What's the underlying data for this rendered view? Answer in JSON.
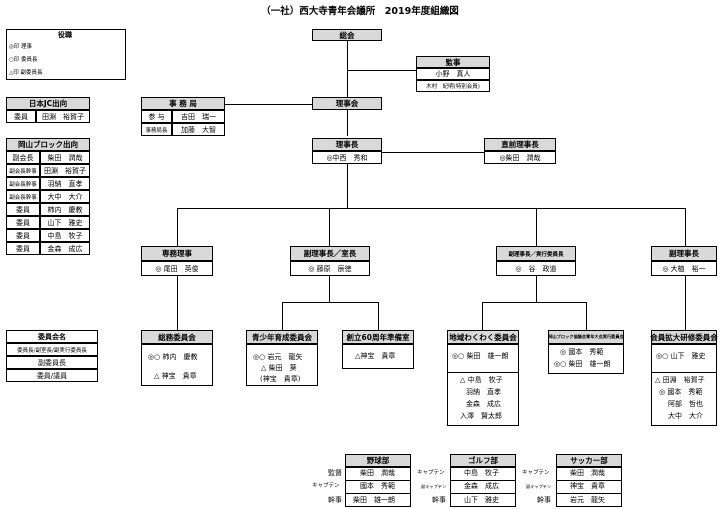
{
  "title": "（一社）西大寺青年会議所　2019年度組織図",
  "legend": {
    "header": "役職",
    "items": [
      "◎印 理事",
      "○印 委員長",
      "△印 副委員長"
    ]
  },
  "sokai": "総会",
  "kanji": {
    "header": "監事",
    "rows": [
      "小野　真人",
      "木村　紀明(特別会員)"
    ]
  },
  "rijikai": "理事会",
  "jimukyoku": {
    "header": "事 務 局",
    "rows": [
      [
        "参 与",
        "吉田　瑞一"
      ],
      [
        "事務局長",
        "加藤　大智"
      ]
    ]
  },
  "nihon_jc": {
    "header": "日本JC出向",
    "rows": [
      [
        "委員",
        "田淵　裕賀子"
      ]
    ]
  },
  "okayama": {
    "header": "岡山ブロック出向",
    "rows": [
      [
        "副会長",
        "柴田　潤哉"
      ],
      [
        "副会長幹事",
        "田淵　裕賀子"
      ],
      [
        "副会長幹事",
        "羽納　直孝"
      ],
      [
        "副会長幹事",
        "大中　大介"
      ],
      [
        "委員",
        "柿内　慶教"
      ],
      [
        "委員",
        "山下　雅史"
      ],
      [
        "委員",
        "中島　牧子"
      ],
      [
        "委員",
        "金森　成広"
      ]
    ]
  },
  "rijicho": {
    "header": "理事長",
    "name": "◎中西　秀和"
  },
  "chokuzen": {
    "header": "直前理事長",
    "name": "◎柴田　潤哉"
  },
  "senmu": {
    "header": "専務理事",
    "name": "◎ 尾田　英俊"
  },
  "fuku_kaicho": {
    "header": "副理事長／室長",
    "name": "◎ 藤原　辰徳"
  },
  "fuku_jikko": {
    "header": "副理事長／実行委員長",
    "name": "◎　谷　政道"
  },
  "fuku_riji": {
    "header": "副理事長",
    "name": "◎ 大植　裕一"
  },
  "iin_kai": {
    "header": "委員会名",
    "rows": [
      "委員長/副室長/副実行委員長",
      "副委員長",
      "委員/議員"
    ]
  },
  "somu": {
    "header": "総務委員会",
    "rows": [
      "◎○ 柿内　慶教",
      "△ 神宝　貴章"
    ]
  },
  "seishonen": {
    "header": "青少年育成委員会",
    "rows": [
      "◎○ 岩元　龍矢",
      "△ 柴田　葵",
      "(神宝　貴章)"
    ]
  },
  "soritsu": {
    "header": "創立60周年準備室",
    "rows": [
      "△神宝　貴章"
    ]
  },
  "chiiki": {
    "header": "地域わくわく委員会",
    "rows": [
      "◎○ 柴田　雄一朗",
      "△ 中島　牧子",
      "羽納　直孝",
      "金森　成広",
      "入澤　賢太郎"
    ]
  },
  "block_taikai": {
    "header": "岡山ブロック協議会青年大会実行委員会",
    "rows": [
      "◎ 國本　秀範",
      "◎○ 柴田　雄一朗"
    ]
  },
  "kaiin": {
    "header": "会員拡大研修委員会",
    "rows": [
      "◎○ 山下　雅史",
      "△ 田淵　裕賀子",
      "◎ 國本　秀範",
      "阿部　哲也",
      "大中　大介"
    ]
  },
  "yakyu": {
    "header": "野球部",
    "rows": [
      [
        "監督",
        "柴田　潤哉"
      ],
      [
        "キャプテン",
        "國本　秀範"
      ],
      [
        "幹事",
        "柴田　雄一朗"
      ]
    ]
  },
  "golf": {
    "header": "ゴルフ部",
    "rows": [
      [
        "キャプテン",
        "中島　牧子"
      ],
      [
        "副キャプテン",
        "金森　成広"
      ],
      [
        "幹事",
        "山下　雅史"
      ]
    ]
  },
  "soccer": {
    "header": "サッカー部",
    "rows": [
      [
        "キャプテン",
        "柴田　潤哉"
      ],
      [
        "副キャプテン",
        "神宝　貴章"
      ],
      [
        "幹事",
        "岩元　龍矢"
      ]
    ]
  }
}
